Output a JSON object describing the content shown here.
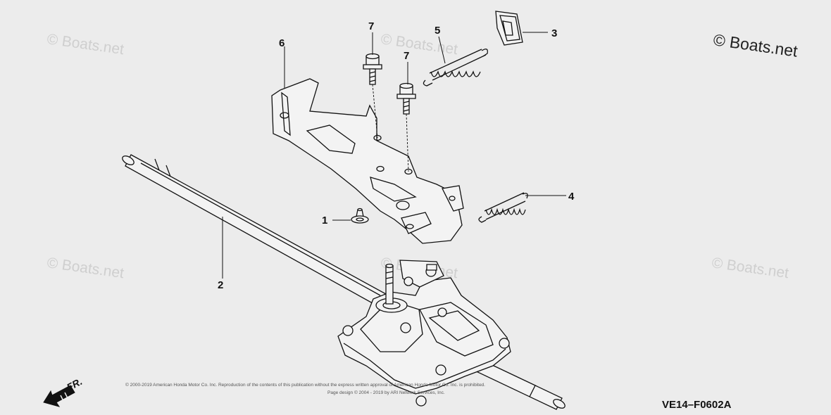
{
  "watermark": "© Boats.net",
  "brand_mark": "© Boats.net",
  "diagram_code": "VE14–F0602A",
  "front_indicator": "FR.",
  "copyright_lines": [
    "© 2000-2019 American Honda Motor Co. Inc. Reproduction of the contents of this publication without the express written approval of American Honda Motor Co. Inc. is prohibited.",
    "Page design © 2004 - 2019 by ARI Network Services, Inc."
  ],
  "callouts": [
    {
      "id": "1",
      "part": "grommet"
    },
    {
      "id": "2",
      "part": "drive-shaft"
    },
    {
      "id": "3",
      "part": "clip"
    },
    {
      "id": "4",
      "part": "spring-lower"
    },
    {
      "id": "5",
      "part": "spring-upper"
    },
    {
      "id": "6",
      "part": "bracket"
    },
    {
      "id": "7",
      "part": "bolt-left"
    },
    {
      "id": "7",
      "part": "bolt-right"
    }
  ]
}
